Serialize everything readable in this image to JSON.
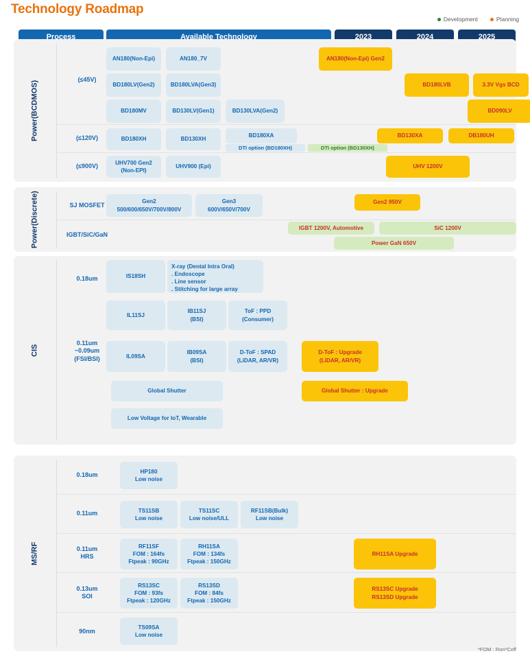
{
  "title": "Technology Roadmap",
  "legend": [
    {
      "label": "Development",
      "color": "#1f8a2e",
      "icon": "dot-icon"
    },
    {
      "label": "Planning",
      "color": "#e8730c",
      "icon": "dot-icon"
    }
  ],
  "header": {
    "process": "Process",
    "available_technology": "Available Technology",
    "years": [
      "2023",
      "2024",
      "2025"
    ]
  },
  "colors": {
    "brand_orange": "#e8730c",
    "header_blue": "#1366b0",
    "header_navy": "#123a6b",
    "chip_blue_bg": "#dce9f1",
    "chip_yellow_bg": "#fbc408",
    "chip_green_bg": "#d5ebbf",
    "text_red": "#c9302c",
    "text_green": "#1f8a2e",
    "panel_bg": "#f2f2f2"
  },
  "sections": [
    {
      "id": "power-bcdmos",
      "label": "Power\n(BCDMOS)",
      "label_line1": "Power",
      "label_line2": "(BCDMOS)",
      "rows": [
        {
          "process": "(≤45V)",
          "available": [
            {
              "text": "AN180(Non-Epi)",
              "style": "blue"
            },
            {
              "text": "AN180_7V",
              "style": "blue"
            },
            {
              "text": "BD180LV(Gen2)",
              "style": "blue"
            },
            {
              "text": "BD180LVA(Gen3)",
              "style": "blue"
            },
            {
              "text": "BD180MV",
              "style": "blue"
            },
            {
              "text": "BD130LV(Gen1)",
              "style": "blue"
            },
            {
              "text": "BD130LVA(Gen2)",
              "style": "blue"
            }
          ],
          "timeline": [
            {
              "text": "AN180(Non-Epi) Gen2",
              "style": "yellow",
              "text_color": "red"
            },
            {
              "text": "BD180LVB",
              "style": "yellow",
              "text_color": "green"
            },
            {
              "text": "3.3V Vgs BCD",
              "style": "yellow",
              "text_color": "red"
            },
            {
              "text": "BD090LV",
              "style": "yellow",
              "text_color": "red"
            }
          ]
        },
        {
          "process": "(≤120V)",
          "available": [
            {
              "text": "BD180XH",
              "style": "blue"
            },
            {
              "text": "BD130XH",
              "style": "blue"
            },
            {
              "text": "BD180XA",
              "style": "blue"
            }
          ],
          "notes": [
            {
              "text": "DTI option (BD180XH)",
              "style": "blue"
            },
            {
              "text": "DTI option (BD130XH)",
              "style": "green"
            }
          ],
          "timeline": [
            {
              "text": "BD130XA",
              "style": "yellow",
              "text_color": "red"
            },
            {
              "text": "DB180UH",
              "style": "yellow",
              "text_color": "red"
            }
          ]
        },
        {
          "process": "(≤900V)",
          "available": [
            {
              "text": "UHV700 Gen2\n(Non-EPI)",
              "style": "blue",
              "text_color": "blue"
            },
            {
              "text": "UHV900 (Epi)",
              "style": "blue",
              "text_color": "green"
            }
          ],
          "timeline": [
            {
              "text": "UHV 1200V",
              "style": "yellow",
              "text_color": "red"
            }
          ]
        }
      ]
    },
    {
      "id": "power-discrete",
      "label": "Power\n(Discrete)",
      "label_line1": "Power",
      "label_line2": "(Discrete)",
      "rows": [
        {
          "process": "SJ MOSFET",
          "available": [
            {
              "text": "Gen2\n500/600/650V/700V/800V",
              "style": "blue"
            },
            {
              "text": "Gen3\n600V/650V/700V",
              "style": "blue"
            }
          ],
          "timeline": [
            {
              "text": "Gen2 950V",
              "style": "yellow",
              "text_color": "red"
            }
          ]
        },
        {
          "process": "IGBT/SiC/GaN",
          "available": [],
          "timeline": [
            {
              "text": "IGBT 1200V, Automotive",
              "style": "green",
              "text_color": "dkgreen"
            },
            {
              "text": "SiC 1200V",
              "style": "green",
              "text_color": "red"
            },
            {
              "text": "Power GaN 650V",
              "style": "green",
              "text_color": "red"
            }
          ]
        }
      ]
    },
    {
      "id": "cis",
      "label": "CIS",
      "label_line1": "CIS",
      "label_line2": "",
      "rows": [
        {
          "process": "0.18um",
          "available": [
            {
              "text": "IS18SH",
              "style": "blue"
            },
            {
              "text": "X-ray (Dental Intra Oral)\n. Endoscope\n. Line sensor\n. Stitching for large array",
              "style": "blue"
            }
          ],
          "timeline": []
        },
        {
          "process": "0.11um\n~0.09um\n(FSI/BSI)",
          "available": [
            {
              "text": "IL11SJ",
              "style": "blue"
            },
            {
              "text": "IB11SJ\n(BSI)",
              "style": "blue"
            },
            {
              "text": "ToF : PPD\n(Consumer)",
              "style": "blue",
              "text_color": "green"
            },
            {
              "text": "IL09SA",
              "style": "blue"
            },
            {
              "text": "IB09SA\n(BSI)",
              "style": "blue"
            },
            {
              "text": "D-ToF : SPAD\n(LiDAR, AR/VR)",
              "style": "blue",
              "text_color": "green"
            },
            {
              "text": "Global Shutter",
              "style": "blue"
            },
            {
              "text": "Low Voltage for IoT, Wearable",
              "style": "blue"
            }
          ],
          "timeline": [
            {
              "text": "D-ToF : Upgrade\n(LiDAR, AR/VR)",
              "style": "yellow",
              "text_color": "green"
            },
            {
              "text": "Global Shutter : Upgrade",
              "style": "yellow",
              "text_color": "blue"
            }
          ]
        }
      ]
    },
    {
      "id": "ms-rf",
      "label": "MS/RF",
      "label_line1": "MS/RF",
      "label_line2": "",
      "rows": [
        {
          "process": "0.18um",
          "available": [
            {
              "text": "HP180\nLow noise",
              "style": "blue"
            }
          ],
          "timeline": []
        },
        {
          "process": "0.11um",
          "available": [
            {
              "text": "TS11SB\nLow noise",
              "style": "blue"
            },
            {
              "text": "TS11SC\nLow noise/ULL",
              "style": "blue"
            },
            {
              "text": "RF11SB(Bulk)\nLow noise",
              "style": "blue"
            }
          ],
          "timeline": []
        },
        {
          "process": "0.11um\nHRS",
          "available": [
            {
              "text": "RF11SF\nFOM : 164fs\nFtpeak : 90GHz",
              "style": "blue"
            },
            {
              "text": "RH11SA\nFOM : 134fs\nFtpeak : 150GHz",
              "style": "blue"
            }
          ],
          "timeline": [
            {
              "text": "RH11SA Upgrade",
              "style": "yellow",
              "text_color": "red"
            }
          ]
        },
        {
          "process": "0.13um\nSOI",
          "available": [
            {
              "text": "RS13SC\nFOM : 93fs\nFtpeak : 120GHz",
              "style": "blue"
            },
            {
              "text": "RS13SD\nFOM : 84fs\nFtpeak : 150GHz",
              "style": "blue"
            }
          ],
          "timeline": [
            {
              "text": "RS13SC Upgrade\nRS13SD Upgrade",
              "style": "yellow",
              "text_color": "red"
            }
          ]
        },
        {
          "process": "90nm",
          "available": [
            {
              "text": "TS09SA\nLow noise",
              "style": "blue"
            }
          ],
          "timeline": []
        }
      ]
    }
  ],
  "footnote": "*FOM : Ron*Coff",
  "chips": {
    "an180_non_epi": "AN180(Non-Epi)",
    "an180_7v": "AN180_7V",
    "bd180lv_gen2": "BD180LV(Gen2)",
    "bd180lva_gen3": "BD180LVA(Gen3)",
    "bd180mv": "BD180MV",
    "bd130lv_gen1": "BD130LV(Gen1)",
    "bd130lva_gen2": "BD130LVA(Gen2)",
    "an180_non_epi_gen2": "AN180(Non-Epi) Gen2",
    "bd180lvb": "BD180LVB",
    "vgs_bcd": "3.3V Vgs BCD",
    "bd090lv": "BD090LV",
    "bd180xh": "BD180XH",
    "bd130xh": "BD130XH",
    "bd180xa": "BD180XA",
    "dti_180": "DTI option (BD180XH)",
    "dti_130": "DTI option (BD130XH)",
    "bd130xa": "BD130XA",
    "db180uh": "DB180UH",
    "uhv700": "UHV700 Gen2\n(Non-EPI)",
    "uhv700_l1": "UHV700 Gen2",
    "uhv700_l2": "(Non-EPI)",
    "uhv900": "UHV900 (Epi)",
    "uhv1200": "UHV 1200V",
    "proc_45v": "(≤45V)",
    "proc_120v": "(≤120V)",
    "proc_900v": "(≤900V)",
    "sj_mosfet": "SJ MOSFET",
    "igbt_sic_gan": "IGBT/SiC/GaN",
    "gen2_l1": "Gen2",
    "gen2_l2": "500/600/650V/700V/800V",
    "gen3_l1": "Gen3",
    "gen3_l2": "600V/650V/700V",
    "gen2_950v": "Gen2 950V",
    "igbt_1200v": "IGBT 1200V, Automotive",
    "sic_1200v": "SiC 1200V",
    "gan_650v": "Power GaN 650V",
    "cis_018": "0.18um",
    "cis_011": "0.11um",
    "cis_009": "~0.09um",
    "cis_fsibsi": "(FSI/BSI)",
    "is18sh": "IS18SH",
    "xray_l1": "X-ray (Dental Intra Oral)",
    "xray_l2": ". Endoscope",
    "xray_l3": ". Line sensor",
    "xray_l4": ". Stitching for large array",
    "il11sj": "IL11SJ",
    "ib11sj_l1": "IB11SJ",
    "ib11sj_l2": "(BSI)",
    "tof_ppd_l1": "ToF : PPD",
    "tof_ppd_l2": "(Consumer)",
    "il09sa": "IL09SA",
    "ib09sa_l1": "IB09SA",
    "ib09sa_l2": "(BSI)",
    "dtof_spad_l1": "D-ToF : SPAD",
    "dtof_spad_l2": "(LiDAR, AR/VR)",
    "dtof_upg_l1": "D-ToF : Upgrade",
    "dtof_upg_l2": "(LiDAR, AR/VR)",
    "global_shutter": "Global Shutter",
    "global_shutter_upg": "Global Shutter : Upgrade",
    "low_voltage_iot": "Low Voltage for IoT, Wearable",
    "rf_018": "0.18um",
    "rf_011": "0.11um",
    "rf_011_hrs_l1": "0.11um",
    "rf_011_hrs_l2": "HRS",
    "rf_013_soi_l1": "0.13um",
    "rf_013_soi_l2": "SOI",
    "rf_90nm": "90nm",
    "hp180_l1": "HP180",
    "hp180_l2": "Low noise",
    "ts11sb_l1": "TS11SB",
    "ts11sb_l2": "Low noise",
    "ts11sc_l1": "TS11SC",
    "ts11sc_l2": "Low noise/ULL",
    "rf11sb_l1": "RF11SB(Bulk)",
    "rf11sb_l2": "Low noise",
    "rf11sf_l1": "RF11SF",
    "rf11sf_l2": "FOM : 164fs",
    "rf11sf_l3": "Ftpeak : 90GHz",
    "rh11sa_l1": "RH11SA",
    "rh11sa_l2": "FOM : 134fs",
    "rh11sa_l3": "Ftpeak : 150GHz",
    "rh11sa_upg": "RH11SA Upgrade",
    "rs13sc_l1": "RS13SC",
    "rs13sc_l2": "FOM : 93fs",
    "rs13sc_l3": "Ftpeak : 120GHz",
    "rs13sd_l1": "RS13SD",
    "rs13sd_l2": "FOM : 84fs",
    "rs13sd_l3": "Ftpeak : 150GHz",
    "rs13_upg_l1": "RS13SC Upgrade",
    "rs13_upg_l2": "RS13SD Upgrade",
    "ts09sa_l1": "TS09SA",
    "ts09sa_l2": "Low noise"
  }
}
